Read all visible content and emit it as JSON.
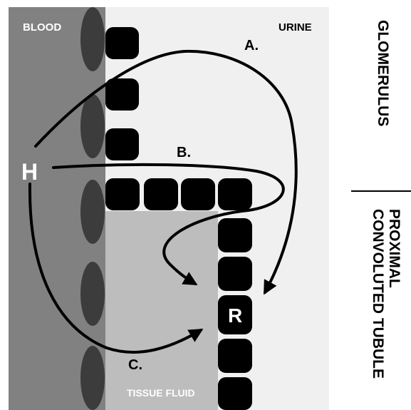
{
  "labels": {
    "blood": "BLOOD",
    "urine": "URINE",
    "tissue_fluid": "TISSUE FLUID",
    "hormone": "H",
    "receptor": "R",
    "path_a": "A.",
    "path_b": "B.",
    "path_c": "C.",
    "glomerulus": "GLOMERULUS",
    "proximal_line1": "PROXIMAL",
    "proximal_line2": "CONVOLUTED TUBULE"
  },
  "colors": {
    "blood": "#818181",
    "urine": "#f0f0f0",
    "tissue_fluid": "#bdbdbd",
    "cell": "#000000",
    "endothelium": "#3c3c3c",
    "arrow": "#000000"
  }
}
